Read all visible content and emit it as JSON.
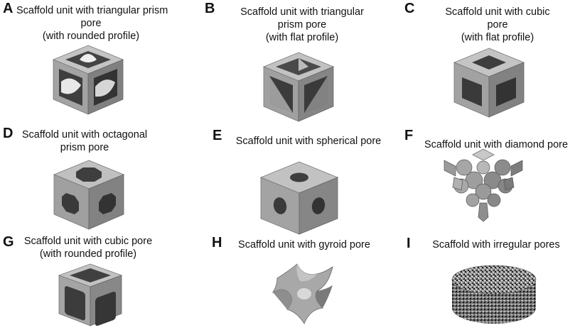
{
  "panels": [
    {
      "letter": "A",
      "lines": [
        "Scaffold unit with triangular prism",
        "pore",
        "(with rounded profile)"
      ],
      "icon": "triangular-prism-rounded-cube-icon"
    },
    {
      "letter": "B",
      "lines": [
        "Scaffold unit with triangular",
        "prism pore",
        "(with flat profile)"
      ],
      "icon": "triangular-prism-flat-cube-icon"
    },
    {
      "letter": "C",
      "lines": [
        "Scaffold unit with cubic",
        "pore",
        "(with flat profile)"
      ],
      "icon": "cubic-flat-cube-icon"
    },
    {
      "letter": "D",
      "lines": [
        "Scaffold unit with octagonal",
        "prism pore"
      ],
      "icon": "octagonal-prism-cube-icon"
    },
    {
      "letter": "E",
      "lines": [
        "Scaffold unit with spherical pore"
      ],
      "icon": "spherical-pore-cube-icon"
    },
    {
      "letter": "F",
      "lines": [
        "Scaffold unit with diamond pore"
      ],
      "icon": "diamond-pore-lattice-icon"
    },
    {
      "letter": "G",
      "lines": [
        "Scaffold unit with cubic pore",
        "(with rounded profile)"
      ],
      "icon": "cubic-rounded-cube-icon"
    },
    {
      "letter": "H",
      "lines": [
        "Scaffold unit with gyroid pore"
      ],
      "icon": "gyroid-pore-icon"
    },
    {
      "letter": "I",
      "lines": [
        "Scaffold with irregular pores"
      ],
      "icon": "irregular-pore-cylinder-icon"
    }
  ],
  "colors": {
    "top": "#bdbdbd",
    "left": "#9a9a9a",
    "right": "#7d7d7d",
    "hole": "#4a4a4a",
    "edge": "#5a5a5a"
  }
}
